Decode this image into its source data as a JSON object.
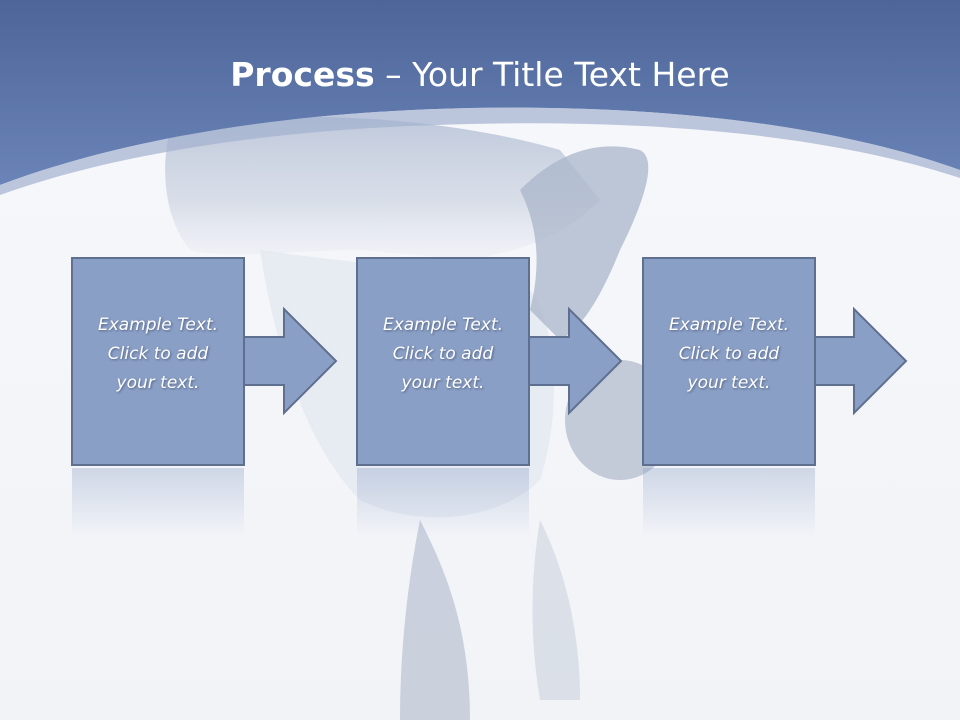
{
  "title": {
    "bold": "Process",
    "rest": " – Your Title Text Here"
  },
  "steps": [
    {
      "text": "Example Text.\nClick  to add\nyour text."
    },
    {
      "text": "Example Text.\nClick  to add\nyour text."
    },
    {
      "text": "Example Text.\nClick  to add\nyour text."
    }
  ],
  "colors": {
    "header": "#5a73a7",
    "box_fill": "#8a9fc6",
    "box_stroke": "#5f6f8f",
    "text": "#ffffff"
  }
}
